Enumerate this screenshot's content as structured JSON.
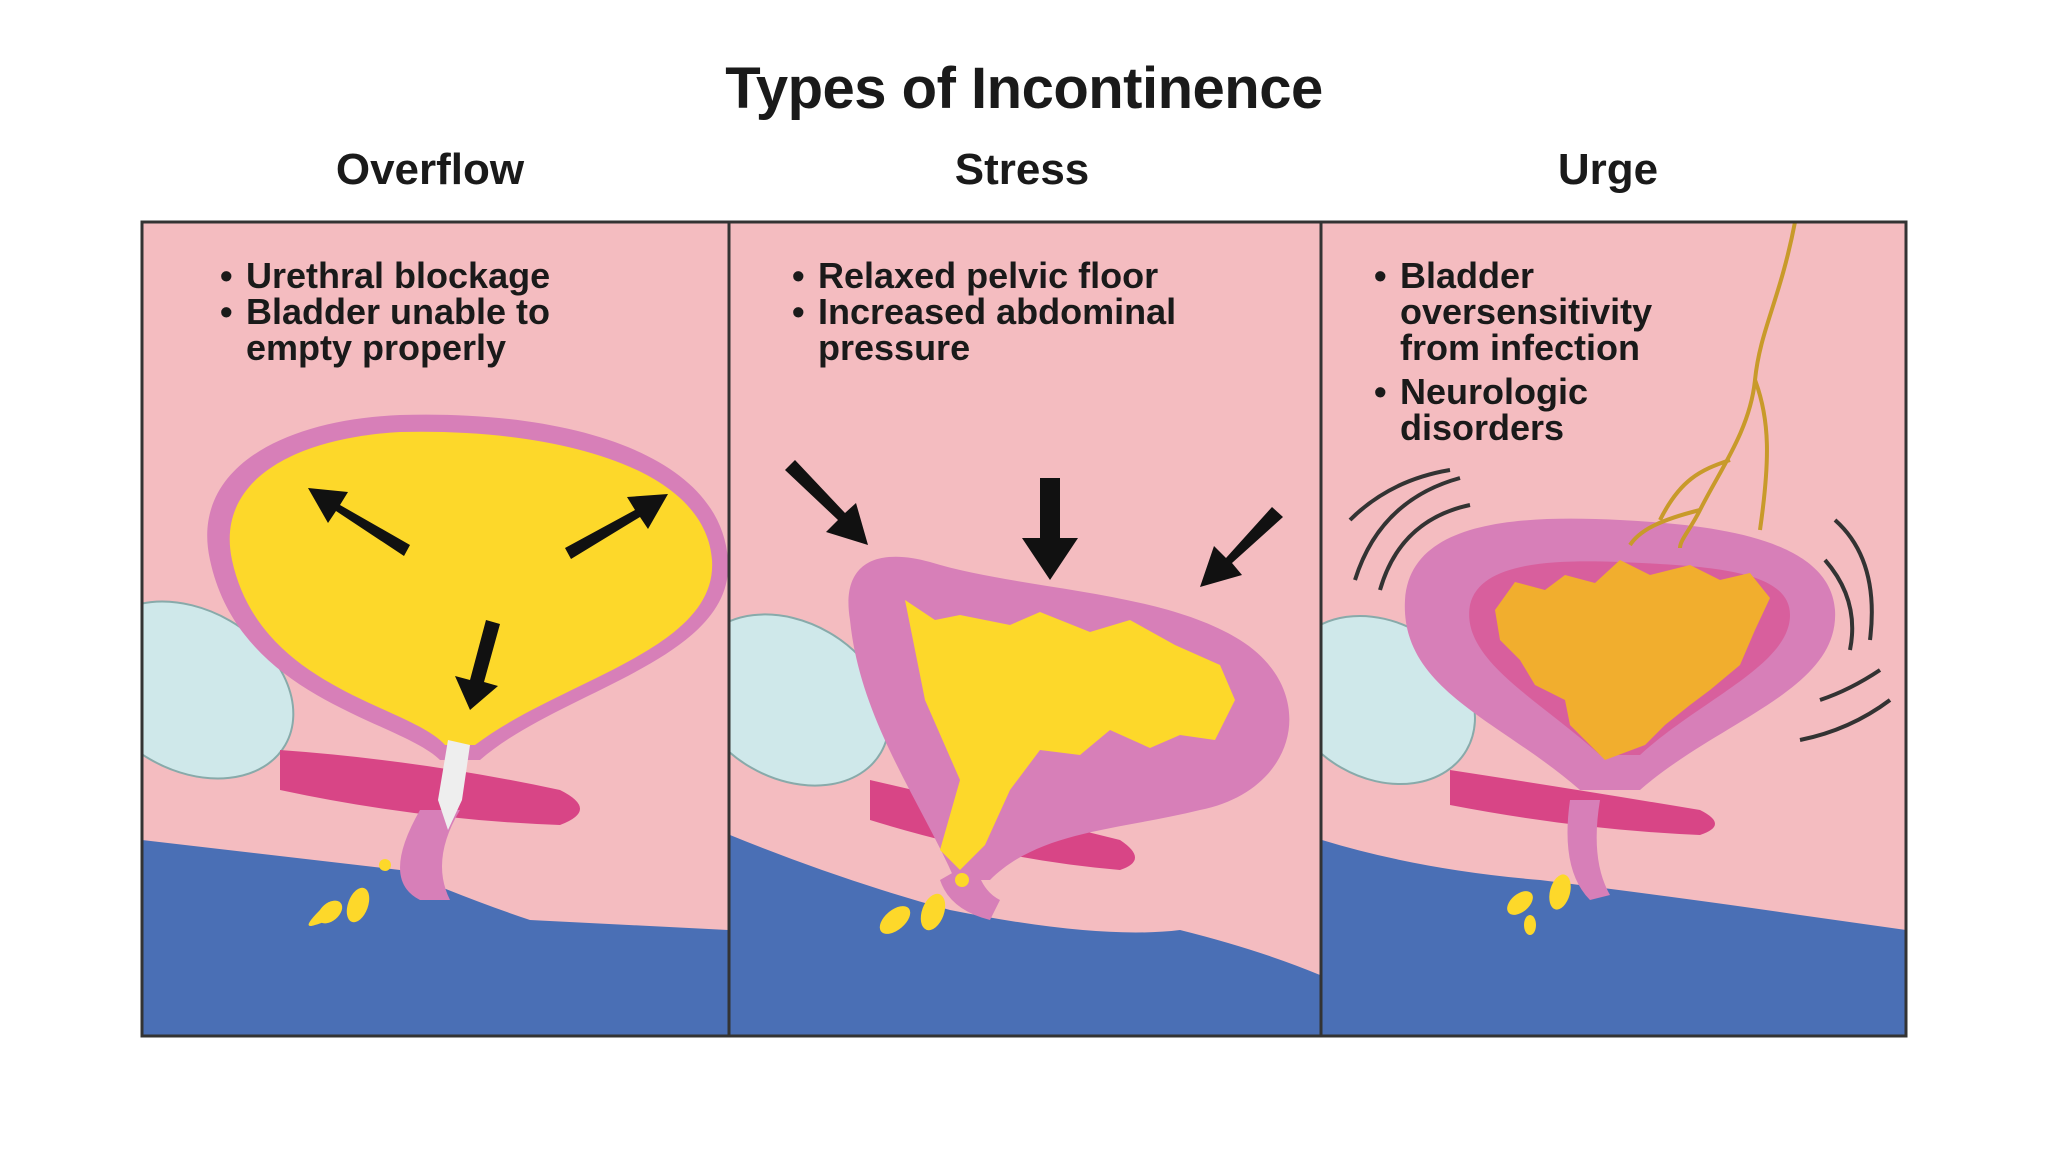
{
  "title": "Types of Incontinence",
  "panels": [
    {
      "heading": "Overflow",
      "bullets": [
        "Urethral blockage",
        "Bladder unable to empty properly"
      ]
    },
    {
      "heading": "Stress",
      "bullets": [
        "Relaxed pelvic floor",
        "Increased abdominal pressure"
      ]
    },
    {
      "heading": "Urge",
      "bullets": [
        "Bladder oversensitivity from infection",
        "Neurologic disorders"
      ]
    }
  ],
  "colors": {
    "background_tissue": "#f4bcc0",
    "bladder_wall": "#d77fb8",
    "urine": "#fdd82a",
    "urine_urge": "#f1ae2e",
    "pubic_bone": "#cfe8ea",
    "muscle": "#d84586",
    "floor": "#4a6fb5",
    "border": "#333333"
  },
  "icons": [
    "arrow-icon",
    "droplet-icon",
    "nerve-icon",
    "spasm-line-icon"
  ]
}
